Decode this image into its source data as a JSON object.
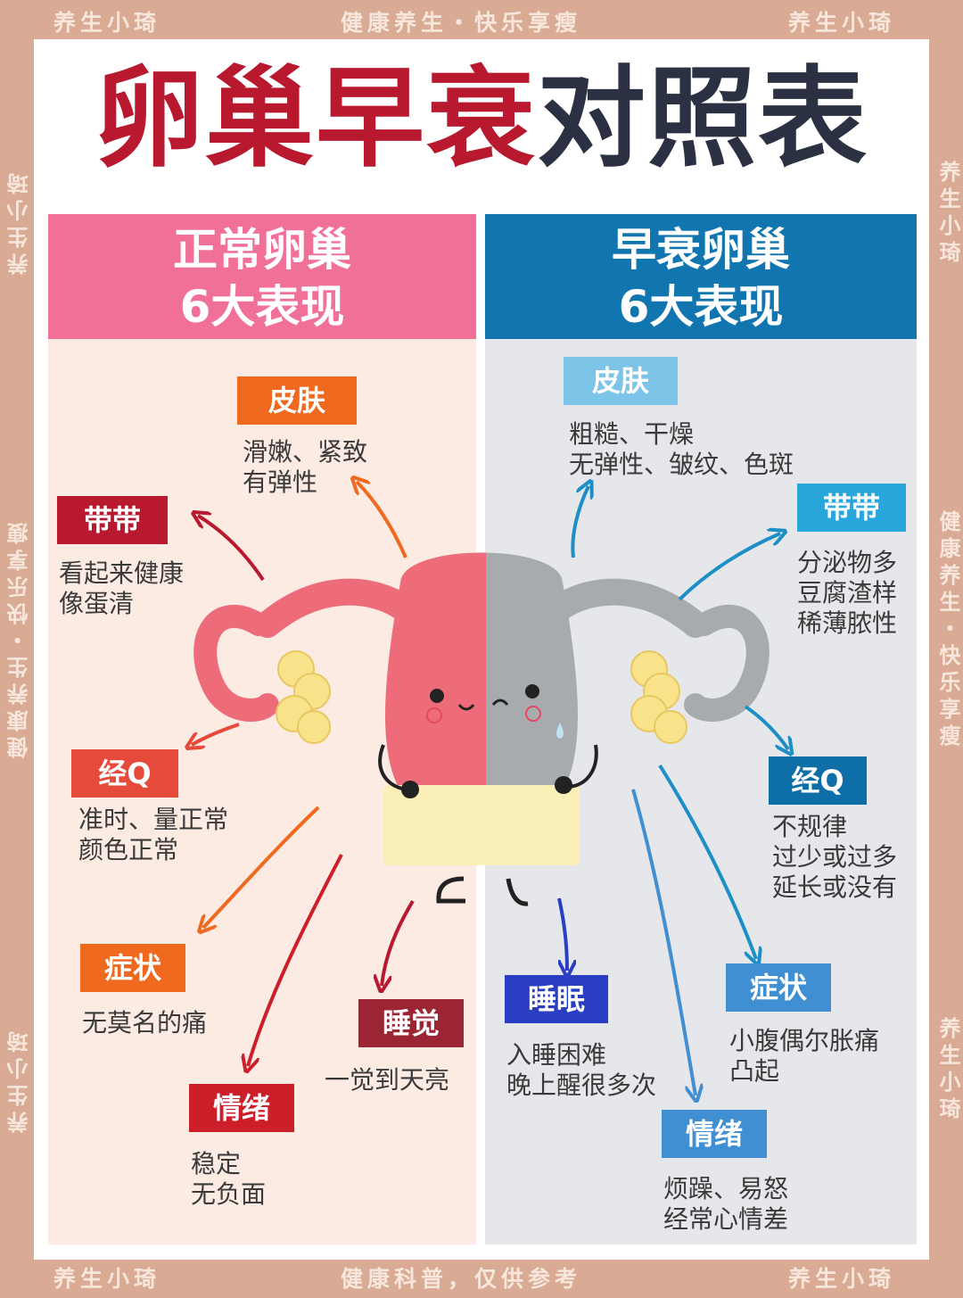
{
  "watermarks": {
    "top_left": "养生小琦",
    "top_center": "健康养生・快乐享瘦",
    "top_right": "养生小琦",
    "bottom_left": "养生小琦",
    "bottom_center": "健康科普，仅供参考",
    "bottom_right": "养生小琦",
    "left_top": "养生小琦",
    "left_mid": "健康养生・快乐享瘦",
    "left_bottom": "养生小琦",
    "right_top": "养生小琦",
    "right_mid": "健康养生・快乐享瘦",
    "right_bottom": "养生小琦"
  },
  "title": {
    "part1": "卵巢早衰",
    "part2": "对照表"
  },
  "left": {
    "head_line1": "正常卵巢",
    "head_line2": "6大表现",
    "skin": {
      "tag": "皮肤",
      "desc": "滑嫩、紧致\n有弹性"
    },
    "discharge": {
      "tag": "带带",
      "desc": "看起来健康\n像蛋清"
    },
    "period": {
      "tag": "经Q",
      "desc": "准时、量正常\n颜色正常"
    },
    "symptom": {
      "tag": "症状",
      "desc": "无莫名的痛"
    },
    "sleep": {
      "tag": "睡觉",
      "desc": "一觉到天亮"
    },
    "mood": {
      "tag": "情绪",
      "desc": "稳定\n无负面"
    }
  },
  "right": {
    "head_line1": "早衰卵巢",
    "head_line2": "6大表现",
    "skin": {
      "tag": "皮肤",
      "desc": "粗糙、干燥\n无弹性、皱纹、色斑"
    },
    "discharge": {
      "tag": "带带",
      "desc": "分泌物多\n豆腐渣样\n稀薄脓性"
    },
    "period": {
      "tag": "经Q",
      "desc": "不规律\n过少或过多\n延长或没有"
    },
    "sleep": {
      "tag": "睡眠",
      "desc": "入睡困难\n晚上醒很多次"
    },
    "symptom": {
      "tag": "症状",
      "desc": "小腹偶尔胀痛\n凸起"
    },
    "mood": {
      "tag": "情绪",
      "desc": "烦躁、易怒\n经常心情差"
    }
  },
  "colors": {
    "red": "#b8192e",
    "dark": "#2b3142",
    "pink": "#f07097",
    "blue": "#1175b0",
    "orange": "#ef6a1f"
  }
}
